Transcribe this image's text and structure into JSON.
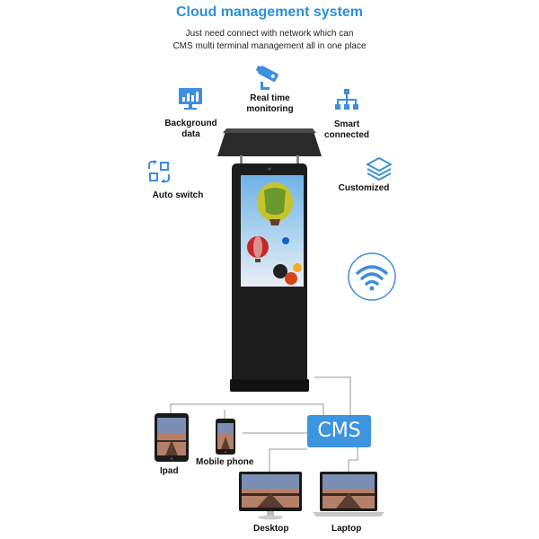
{
  "title": "Cloud management system",
  "subtitle_line1": "Just need connect with network which can",
  "subtitle_line2": "CMS multi terminal management all in one place",
  "features": {
    "background_data": "Background\ndata",
    "real_time_monitoring": "Real time\nmonitoring",
    "smart_connected": "Smart\nconnected",
    "auto_switch": "Auto switch",
    "customized": "Customized"
  },
  "cms_label": "CMS",
  "devices": {
    "ipad": "Ipad",
    "mobile_phone": "Mobile phone",
    "desktop": "Desktop",
    "laptop": "Laptop"
  },
  "colors": {
    "accent": "#2b8fdc",
    "icon_blue": "#3d8fdc",
    "cms_box": "#3d95e0",
    "kiosk_body": "#1c1c1c"
  }
}
